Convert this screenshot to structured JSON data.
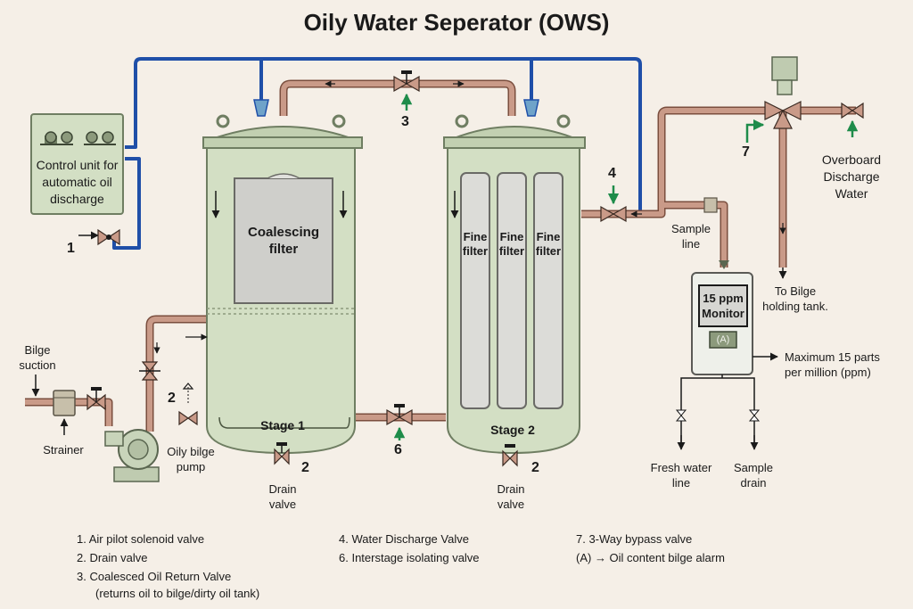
{
  "title": "Oily Water Seperator (OWS)",
  "control_unit": "Control unit for automatic oil discharge",
  "labels": {
    "coalescing_filter": "Coalescing filter",
    "fine_filter": "Fine filter",
    "stage1": "Stage 1",
    "stage2": "Stage 2",
    "bilge_suction": "Bilge suction",
    "strainer": "Strainer",
    "oily_bilge_pump": "Oily bilge pump",
    "drain_valve": "Drain valve",
    "sample_line": "Sample line",
    "monitor": "15 ppm Monitor",
    "alarm": "(A)",
    "max_ppm": "Maximum 15 parts per million (ppm)",
    "fresh_water_line": "Fresh water line",
    "sample_drain": "Sample drain",
    "to_bilge": "To Bilge holding tank.",
    "overboard": "Overboard Discharge Water"
  },
  "valve_numbers": {
    "v1": "1",
    "v2a": "2",
    "v2b": "2",
    "v2c": "2",
    "v3": "3",
    "v4": "4",
    "v6": "6",
    "v7": "7"
  },
  "legend": {
    "col1": [
      "1.  Air pilot solenoid valve",
      "2.  Drain valve",
      "3.  Coalesced Oil Return Valve",
      "(returns oil to bilge/dirty oil tank)"
    ],
    "col2": [
      "4.  Water Discharge Valve",
      "6.  Interstage isolating valve"
    ],
    "col3": [
      "7.  3-Way bypass valve",
      "(A) → Oil content bilge alarm"
    ]
  },
  "colors": {
    "background": "#f5efe7",
    "tank": "#d3dfc4",
    "tank_stroke": "#6f7e62",
    "copper_pipe": "#b98a78",
    "air_line": "#1f4fa8",
    "flow_arrow": "#1e8c4a",
    "filter": "#d8d8d4"
  }
}
